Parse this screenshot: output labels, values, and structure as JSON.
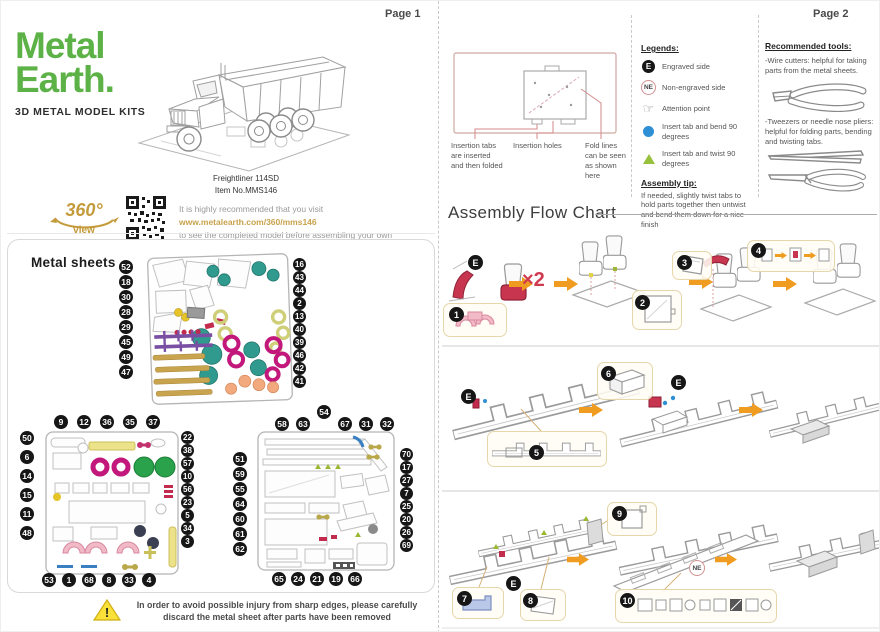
{
  "p1": {
    "page_label": "Page 1",
    "logo1": "Metal",
    "logo2": "Earth.",
    "tagline": "3D METAL MODEL KITS",
    "product_name": "Freightliner 114SD",
    "item_no": "Item No.MMS146",
    "badge360_top": "360°",
    "badge360_bottom": "view",
    "promo1": "It is highly recommended that you visit",
    "promo_url": "www.metalearth.com/360/mms146",
    "promo2": "to see the completed model before assembling your own",
    "sheets_title": "Metal sheets",
    "sheet1_left": [
      "52",
      "18",
      "30",
      "28",
      "29",
      "45",
      "49",
      "47"
    ],
    "sheet1_right": [
      "16",
      "43",
      "44",
      "2",
      "13",
      "40",
      "39",
      "46",
      "42",
      "41"
    ],
    "sheet2_top": [
      "9",
      "12",
      "36",
      "35",
      "37"
    ],
    "sheet2_left": [
      "50",
      "6",
      "14",
      "15",
      "11",
      "48"
    ],
    "sheet2_right": [
      "22",
      "38",
      "57",
      "10",
      "56",
      "23",
      "5",
      "34",
      "3"
    ],
    "sheet2_bottom": [
      "53",
      "1",
      "68",
      "8",
      "33",
      "4"
    ],
    "sheet3_top": [
      "58",
      "63",
      "54",
      "67",
      "31",
      "32"
    ],
    "sheet3_left": [
      "51",
      "59",
      "55",
      "64",
      "60",
      "61",
      "62"
    ],
    "sheet3_right": [
      "70",
      "17",
      "27",
      "7",
      "25",
      "20",
      "26",
      "69"
    ],
    "sheet3_bottom": [
      "65",
      "24",
      "21",
      "19",
      "66"
    ],
    "warning": "In order to avoid possible injury from sharp edges, please carefully discard the metal sheet after parts have been removed"
  },
  "p2": {
    "page_label": "Page 2",
    "labels": {
      "tabs": "Insertion tabs are inserted and then folded",
      "holes": "Insertion holes",
      "fold": "Fold lines can be seen as shown here"
    },
    "legends": {
      "title": "Legends:",
      "badge_e": "E",
      "badge_ne": "NE",
      "hand_glyph": "☞",
      "items": [
        {
          "icon": "engraved-badge-icon",
          "label": "Engraved side"
        },
        {
          "icon": "non-engraved-badge-icon",
          "label": "Non-engraved side"
        },
        {
          "icon": "attention-hand-icon",
          "label": "Attention point"
        },
        {
          "icon": "bend-dot-icon",
          "label": "Insert tab and bend 90 degrees"
        },
        {
          "icon": "twist-triangle-icon",
          "label": "Insert tab and twist 90 degrees"
        }
      ]
    },
    "tip_title": "Assembly tip:",
    "tip_text": "If needed, slightly twist tabs to hold parts together then untwist and bend them down for a nice finish",
    "tools_title": "Recommended tools:",
    "tools_item1": "-Wire cutters: helpful for taking parts from the metal sheets.",
    "tools_item2": "-Tweezers or needle nose pliers: helpful for folding parts, bending and twisting tabs.",
    "flow_title": "Assembly Flow Chart",
    "multiplier": "×2",
    "steps": [
      "1",
      "2",
      "3",
      "4",
      "5",
      "6",
      "7",
      "8",
      "9",
      "10"
    ]
  },
  "colors": {
    "brand_green": "#5cb246",
    "gold": "#c49b3b",
    "url_gold": "#c8a24b",
    "arrow_orange": "#f09c20",
    "accent_red": "#c8354f",
    "badge_black": "#161616",
    "magenta": "#c2187c",
    "teal": "#2f9a8d",
    "wheel_green": "#2aa14b",
    "purple": "#7a4fa3",
    "tan": "#c9a44f"
  }
}
